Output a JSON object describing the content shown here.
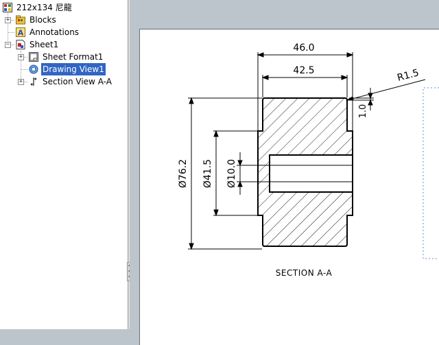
{
  "tree": {
    "root_label": "212x134 尼龍",
    "items": [
      {
        "label": "Blocks"
      },
      {
        "label": "Annotations"
      },
      {
        "label": "Sheet1"
      },
      {
        "label": "Sheet Format1"
      },
      {
        "label": "Drawing View1",
        "selected": true
      },
      {
        "label": "Section View A-A"
      }
    ]
  },
  "drawing": {
    "dim_overall_width": "46.0",
    "dim_inner_width": "42.5",
    "dim_radius": "R1.5",
    "dim_step": "1.0",
    "dim_outer_diameter": "Ø76.2",
    "dim_hub_diameter": "Ø41.5",
    "dim_bore_diameter": "Ø10.0",
    "section_label": "SECTION A-A"
  },
  "colors": {
    "selection": "#3165c4",
    "canvas_background": "#bcc4cc",
    "sheet": "#ffffff",
    "view_boundary": "#5b8fd0"
  }
}
